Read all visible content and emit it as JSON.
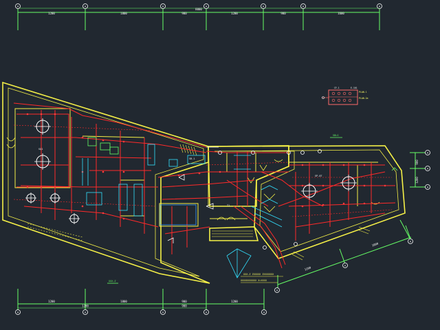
{
  "drawing": {
    "background": "#212830",
    "colors": {
      "wall": "#f5f047",
      "pipe": "#ff2a2a",
      "fixture": "#33e0ff",
      "grid": "#66ff66",
      "annotation": "#ffffff",
      "blue": "#3399ff"
    }
  },
  "top_dimensions": {
    "total": "8000",
    "segments": [
      "1200",
      "1800",
      "900",
      "1200",
      "900",
      "1600"
    ]
  },
  "bottom_dimensions": {
    "segments": [
      "1200",
      "1800",
      "900",
      "1200"
    ],
    "sub_segments": [
      "1200",
      "900"
    ]
  },
  "right_dimensions": {
    "segments": [
      "900",
      "1200"
    ]
  },
  "diagonal_dimensions": {
    "segments": [
      "1200",
      "1800"
    ]
  },
  "axis_bubble_label": "A",
  "room_labels": {
    "west_room": "SQ1",
    "hall": "T1",
    "pump_room": "SB-1",
    "east_room": "SP-07"
  },
  "legend": {
    "title": "PLAN-1",
    "note": "CF-1",
    "tag": "PLAN-2a",
    "code": "E-101"
  },
  "notes": {
    "line1": "XXX-Z  ZXXXXX  ZXXXXXXX",
    "line2": "XXXXXXXXXXX  X=XXXX",
    "small_tag": "SDLG",
    "small_tag2": "XXX-Z"
  }
}
